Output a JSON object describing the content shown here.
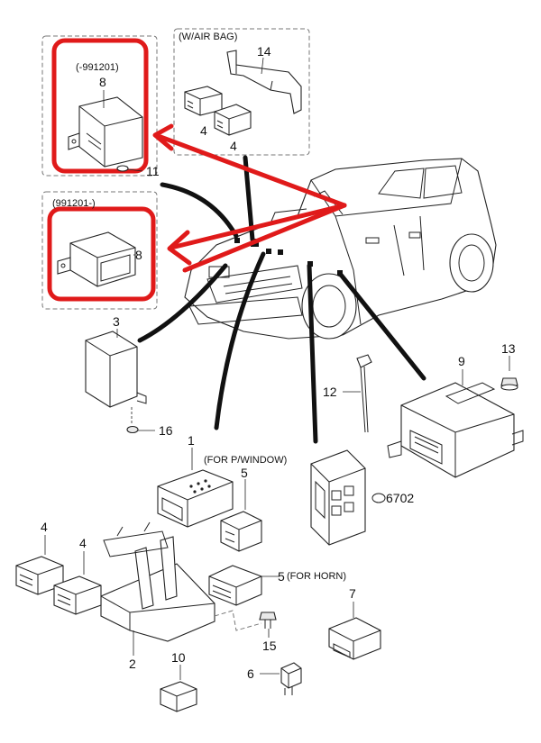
{
  "labels": {
    "part_1": "1",
    "part_2": "2",
    "part_3": "3",
    "part_4_top_left": "4",
    "part_4_top_right": "4",
    "part_4_bottom_left": "4",
    "part_4_bottom_right": "4",
    "part_5_top": "5",
    "part_5_horn": "5",
    "part_6": "6",
    "part_7": "7",
    "part_8_top": "8",
    "part_8_bottom": "8",
    "part_9": "9",
    "part_10": "10",
    "part_11": "11",
    "part_12": "12",
    "part_13": "13",
    "part_14": "14",
    "part_15": "15",
    "part_16": "16",
    "part_6702": "6702"
  },
  "notes": {
    "before_date": "(-991201)",
    "after_date": "(991201-)",
    "air_bag": "(W/AIR BAG)",
    "power_window": "(FOR P/WINDOW)",
    "horn": "(FOR HORN)"
  },
  "colors": {
    "highlight": "#e01a1a",
    "line": "#222222",
    "callout": "#111111"
  }
}
